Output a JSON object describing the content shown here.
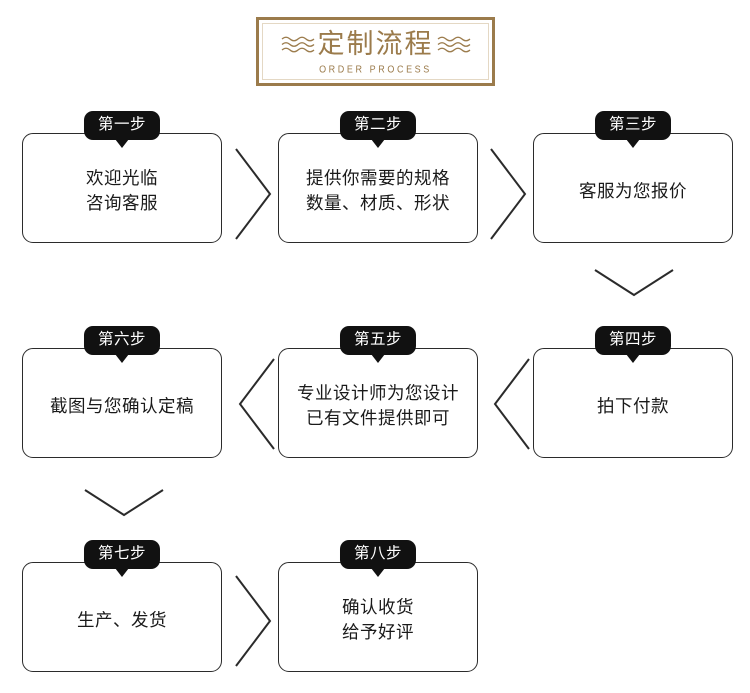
{
  "banner": {
    "title": "定制流程",
    "subtitle": "ORDER PROCESS",
    "border_color": "#9b7b4b",
    "text_color": "#9b7b4b",
    "left_wave": "wave-lines",
    "right_wave": "wave-lines"
  },
  "steps": [
    {
      "badge": "第一步",
      "text": "欢迎光临\n咨询客服"
    },
    {
      "badge": "第二步",
      "text": "提供你需要的规格\n数量、材质、形状"
    },
    {
      "badge": "第三步",
      "text": "客服为您报价"
    },
    {
      "badge": "第四步",
      "text": "拍下付款"
    },
    {
      "badge": "第五步",
      "text": "专业设计师为您设计\n已有文件提供即可"
    },
    {
      "badge": "第六步",
      "text": "截图与您确认定稿"
    },
    {
      "badge": "第七步",
      "text": "生产、发货"
    },
    {
      "badge": "第八步",
      "text": "确认收货\n给予好评"
    }
  ],
  "connectors": [
    {
      "name": "chevron-right-step1-step2",
      "direction": "right"
    },
    {
      "name": "chevron-right-step2-step3",
      "direction": "right"
    },
    {
      "name": "chevron-down-step3-step4",
      "direction": "down"
    },
    {
      "name": "chevron-left-step4-step5",
      "direction": "left"
    },
    {
      "name": "chevron-left-step5-step6",
      "direction": "left"
    },
    {
      "name": "chevron-down-step6-step7",
      "direction": "down"
    },
    {
      "name": "chevron-right-step7-step8",
      "direction": "right"
    }
  ],
  "colors": {
    "badge_background": "#111111",
    "badge_text": "#ffffff",
    "box_border": "#2b2b2b",
    "page_background": "#ffffff",
    "accent": "#9b7b4b"
  }
}
